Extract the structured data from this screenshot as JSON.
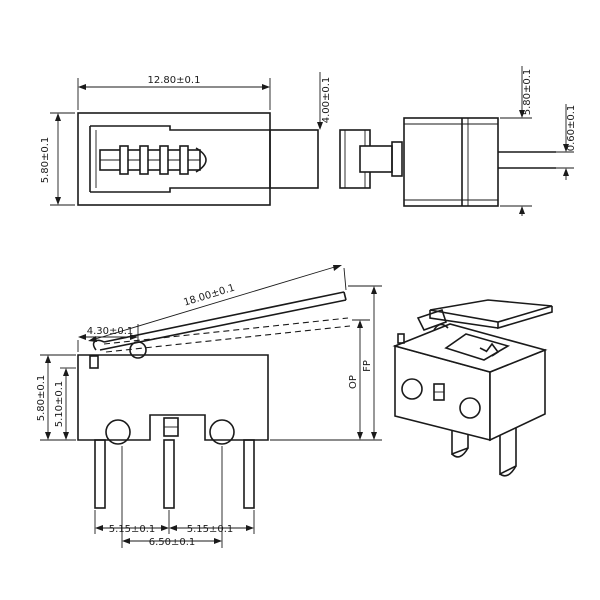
{
  "dimensions": {
    "top_width": "12.80±0.1",
    "top_height": "5.80±0.1",
    "side_height": "4.00±0.1",
    "end_height": "5.80±0.1",
    "end_lever": "0.60±0.1",
    "lever_length": "18.00±0.1",
    "lever_offset": "4.30±0.1",
    "front_height_outer": "5.80±0.1",
    "front_height_inner": "5.10±0.1",
    "pin_spacing_left": "5.15±0.1",
    "pin_spacing_right": "5.15±0.1",
    "pin_spacing_center": "6.50±0.1",
    "op_label": "OP",
    "fp_label": "FP"
  }
}
